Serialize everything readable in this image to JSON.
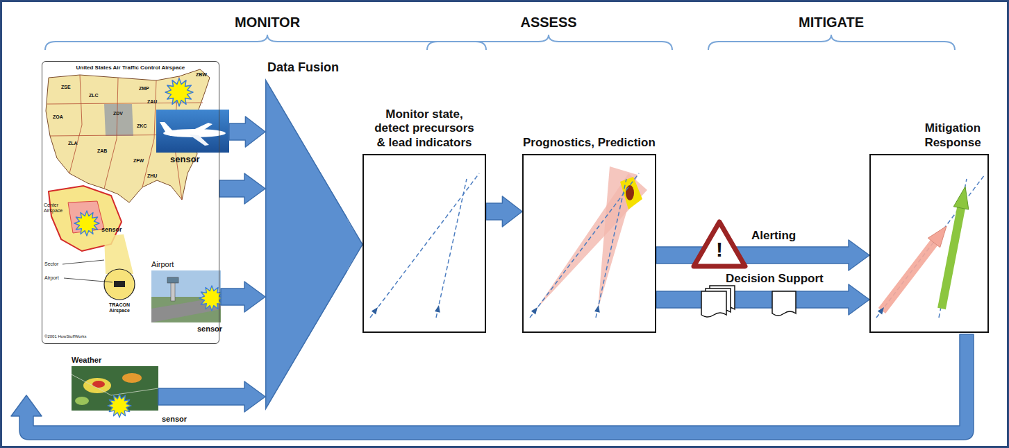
{
  "diagram": {
    "nodes": [
      {
        "text": [
          "United States Air Traffic Control Airspace"
        ]
      },
      {
        "text": [
          "sensor"
        ],
        "in": 0
      },
      {
        "text": [
          "Airport",
          "sensor"
        ],
        "in": 0
      },
      {
        "text": [
          "Weather",
          "sensor"
        ]
      },
      {
        "text": [
          "Data Fusion"
        ]
      },
      {
        "text": [
          "Monitor state, detect precursors & lead indicators"
        ]
      },
      {
        "text": [
          "Prognostics, Prediction"
        ]
      },
      {
        "text": [
          "Mitigation Response"
        ]
      }
    ],
    "edges": [
      {
        "from": 1,
        "to": 4,
        "arrow": "to"
      },
      {
        "from": 0,
        "to": 4,
        "arrow": "to"
      },
      {
        "from": 2,
        "to": 4,
        "arrow": "to"
      },
      {
        "from": 3,
        "to": 4,
        "arrow": "to"
      },
      {
        "from": 4,
        "to": 5,
        "arrow": "to"
      },
      {
        "from": 5,
        "to": 6,
        "arrow": "to"
      },
      {
        "from": 6,
        "to": 7,
        "label": "Alerting",
        "arrow": "to"
      },
      {
        "from": 6,
        "to": 7,
        "label": "Decision Support",
        "arrow": "to"
      }
    ],
    "labels": [
      "MONITOR",
      "ASSESS",
      "MITIGATE",
      "ZSE",
      "ZLC",
      "ZMP",
      "ZBW",
      "ZAU",
      "ZOA",
      "ZDV",
      "ZKC",
      "ZLA",
      "ZAB",
      "ZFW",
      "ZHU",
      "Center Airspace",
      "sensor",
      "Sector",
      "Airport",
      "TRACON Airspace",
      "©2001 HowStuffWorks",
      "!"
    ]
  }
}
